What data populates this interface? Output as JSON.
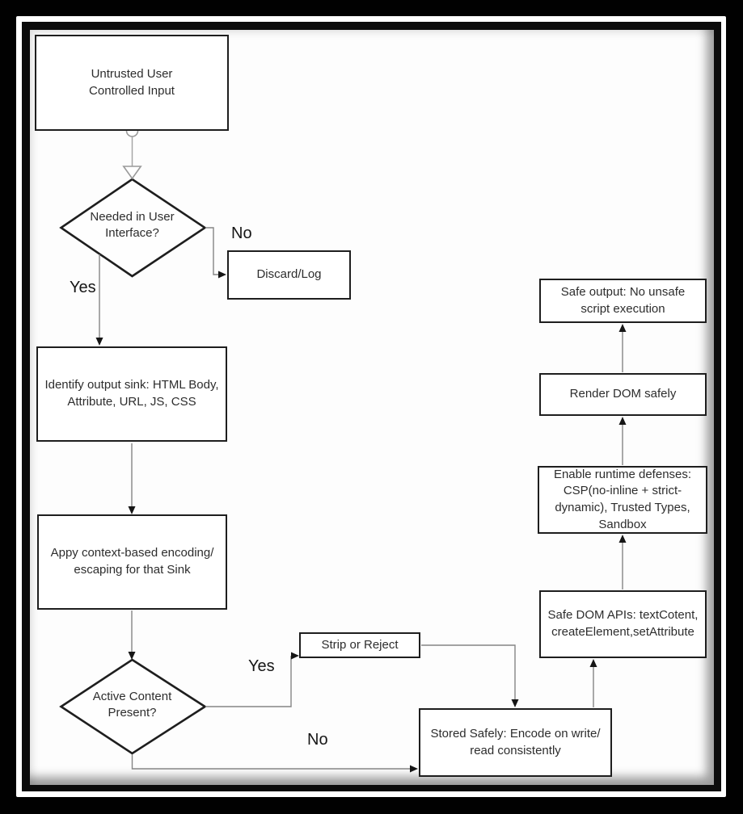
{
  "colors": {
    "frame": "#000000",
    "canvas_bg": "#fdfdfd",
    "box_border": "#1e1e1e",
    "box_fill": "#ffffff",
    "connector": "#858585",
    "arrowhead": "#161616",
    "text": "#2d2d2d"
  },
  "flowchart": {
    "nodes": {
      "untrusted": {
        "label": "Untrusted User Controlled Input",
        "type": "process"
      },
      "needed": {
        "label": "Needed in User Interface?",
        "type": "decision"
      },
      "discard": {
        "label": "Discard/Log",
        "type": "process"
      },
      "identify": {
        "label": "Identify output sink: HTML Body, Attribute, URL, JS, CSS",
        "type": "process"
      },
      "apply": {
        "label": "Appy context-based encoding/ escaping for that Sink",
        "type": "process"
      },
      "active": {
        "label": "Active Content Present?",
        "type": "decision"
      },
      "strip": {
        "label": "Strip or Reject",
        "type": "process"
      },
      "stored": {
        "label": "Stored Safely: Encode on write/ read consistently",
        "type": "process"
      },
      "safedom": {
        "label": "Safe DOM APIs: textCotent, createElement,setAttribute",
        "type": "process"
      },
      "enable": {
        "label": "Enable runtime defenses: CSP(no-inline + strict-dynamic), Trusted Types, Sandbox",
        "type": "process"
      },
      "render": {
        "label": "Render DOM safely",
        "type": "process"
      },
      "safeout": {
        "label": "Safe output: No unsafe script execution",
        "type": "process"
      }
    },
    "edge_labels": {
      "no_top": "No",
      "yes_top": "Yes",
      "yes_bottom": "Yes",
      "no_bottom": "No"
    },
    "edges": [
      {
        "from": "untrusted",
        "to": "needed",
        "label": ""
      },
      {
        "from": "needed",
        "to": "discard",
        "label": "No"
      },
      {
        "from": "needed",
        "to": "identify",
        "label": "Yes"
      },
      {
        "from": "identify",
        "to": "apply",
        "label": ""
      },
      {
        "from": "apply",
        "to": "active",
        "label": ""
      },
      {
        "from": "active",
        "to": "strip",
        "label": "Yes"
      },
      {
        "from": "active",
        "to": "stored",
        "label": "No"
      },
      {
        "from": "strip",
        "to": "stored",
        "label": ""
      },
      {
        "from": "stored",
        "to": "safedom",
        "label": ""
      },
      {
        "from": "safedom",
        "to": "enable",
        "label": ""
      },
      {
        "from": "enable",
        "to": "render",
        "label": ""
      },
      {
        "from": "render",
        "to": "safeout",
        "label": ""
      }
    ]
  }
}
